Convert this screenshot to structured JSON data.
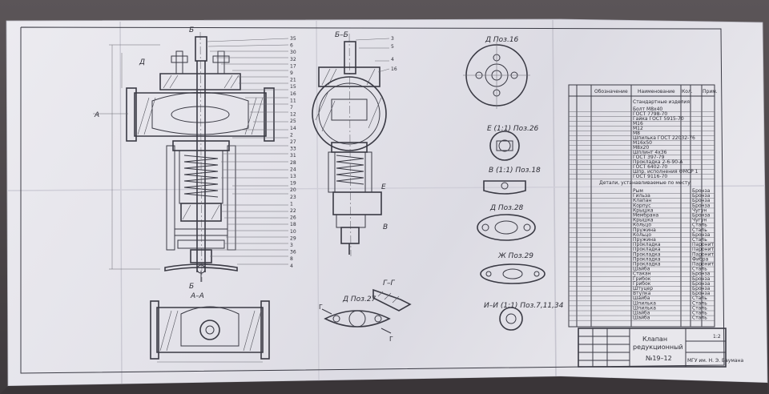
{
  "views": {
    "main_section": "Б",
    "section_bb": "Б–Б",
    "section_aa": "А–А",
    "section_gg": "Г–Г",
    "label_a": "А",
    "label_d": "Д",
    "label_v": "В",
    "label_g": "Г",
    "label_e": "Е",
    "label_i": "И",
    "label_zh": "Ж",
    "view_d16": "Д  Поз.16",
    "view_e26": "Е (1:1)  Поз.26",
    "view_v18": "В (1:1)  Поз.18",
    "view_d28": "Д  Поз.28",
    "view_zh29": "Ж  Поз.29",
    "view_i": "И–И (1:1)  Поз.7,11,34",
    "view_d27": "Д  Поз.27"
  },
  "callouts_main": [
    "35",
    "6",
    "30",
    "32",
    "17",
    "9",
    "21",
    "15",
    "16",
    "11",
    "7",
    "12",
    "25",
    "14",
    "2",
    "27",
    "33",
    "31",
    "28",
    "24",
    "13",
    "19",
    "20",
    "23",
    "1",
    "22",
    "26",
    "18",
    "10",
    "29",
    "3",
    "36",
    "8",
    "4"
  ],
  "callouts_right": [
    "3",
    "5",
    "4",
    "16"
  ],
  "parts_list": {
    "headers": [
      "Обозначение",
      "Наименование",
      "Кол.",
      "Прим."
    ],
    "section_std": "Стандартные изделия",
    "section_other": "Детали, устанавливаемые по месту",
    "rows_std": [
      "Болт М8х40",
      "ГОСТ 7798-70",
      "Гайка ГОСТ 5915-70",
      "М16",
      "М12",
      "М8",
      "Шпилька ГОСТ 22032-76",
      "М16х50",
      "М8х20",
      "Шплинт 4х36",
      "ГОСТ 397-79",
      "Прокладка 2-6-90-А",
      "ГОСТ 6402-70",
      "Шпр. исполнения ФМСР 1",
      "ГОСТ 9116-70"
    ],
    "rows_parts": [
      {
        "n": "Рым",
        "m": "Бронза"
      },
      {
        "n": "Гильза",
        "m": "Бронза"
      },
      {
        "n": "Клапан",
        "m": "Бронза"
      },
      {
        "n": "Корпус",
        "m": "Бронза"
      },
      {
        "n": "Крышка",
        "m": "Чугун"
      },
      {
        "n": "Мембрана",
        "m": "Бронза"
      },
      {
        "n": "Крышка",
        "m": "Чугун"
      },
      {
        "n": "Кольцо",
        "m": "Сталь"
      },
      {
        "n": "Пружина",
        "m": "Сталь"
      },
      {
        "n": "Кольцо",
        "m": "Бронза"
      },
      {
        "n": "Пружина",
        "m": "Сталь"
      },
      {
        "n": "Прокладка",
        "m": "Паронит"
      },
      {
        "n": "Прокладка",
        "m": "Паронит"
      },
      {
        "n": "Прокладка",
        "m": "Паронит"
      },
      {
        "n": "Прокладка",
        "m": "Фибра"
      },
      {
        "n": "Прокладка",
        "m": "Паронит"
      },
      {
        "n": "Шайба",
        "m": "Сталь"
      },
      {
        "n": "Стакан",
        "m": "Бронза"
      },
      {
        "n": "Грибок",
        "m": "Бронза"
      },
      {
        "n": "Грибок",
        "m": "Бронза"
      },
      {
        "n": "Штуцер",
        "m": "Бронза"
      },
      {
        "n": "Втулка",
        "m": "Бронза"
      },
      {
        "n": "Шайба",
        "m": "Сталь"
      },
      {
        "n": "Шпилька",
        "m": "Сталь"
      },
      {
        "n": "Шпилька",
        "m": "Сталь"
      },
      {
        "n": "Шайба",
        "m": "Сталь"
      },
      {
        "n": "Шайба",
        "m": "Сталь"
      }
    ]
  },
  "title_block": {
    "name_line1": "Клапан",
    "name_line2": "редукционный",
    "code": "№19–12",
    "sheet": "1:2",
    "org": "МГУ им. Н. Э. Баумана"
  },
  "colors": {
    "paper": "#e6e5eb",
    "paper_shadow": "#cfcfd8",
    "ink": "#3a3a44",
    "background": "#4a4548"
  }
}
